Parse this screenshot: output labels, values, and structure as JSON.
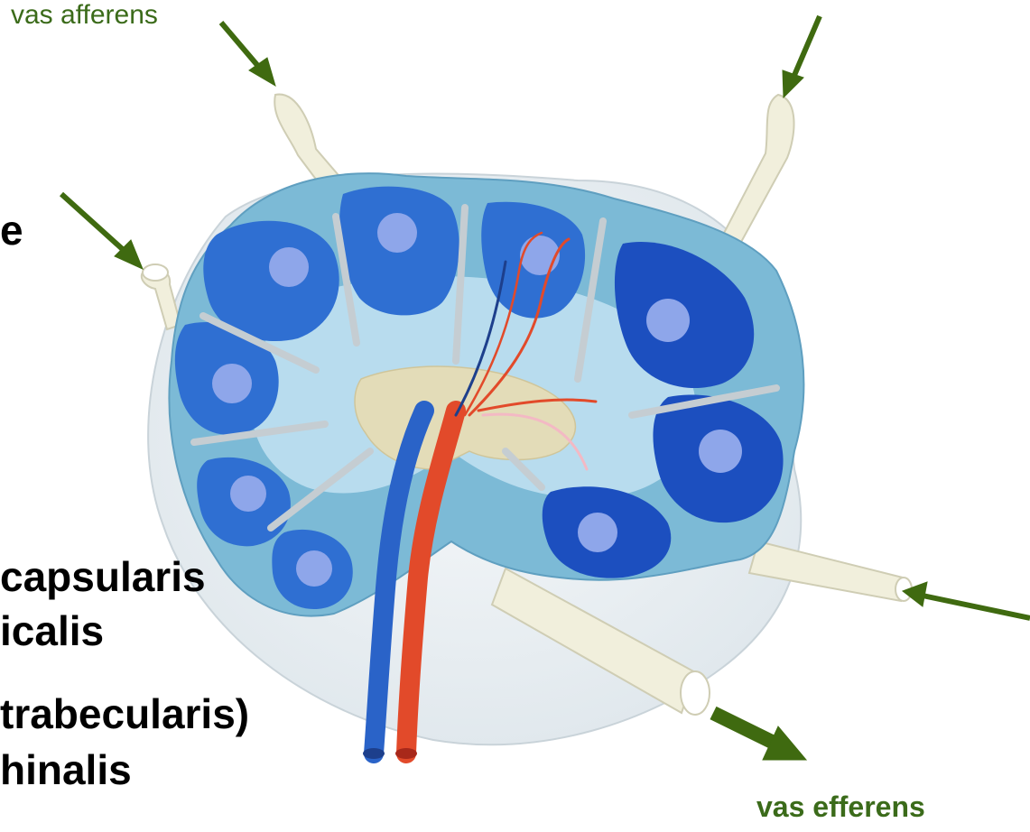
{
  "labels": {
    "vas_afferens": "vas afferens",
    "vas_efferens": "vas efferens",
    "cropped_e": "e",
    "line1": "capsularis",
    "line2": "icalis",
    "line3": "trabecularis)",
    "line4": "hinalis"
  },
  "colors": {
    "arrow": "#3f6a10",
    "node_outer": "#e6edf1",
    "capsule": "#7cbad6",
    "cortex": "#2f6fd2",
    "follicle_dark": "#1c4fbf",
    "germinal_center": "#8ea6ea",
    "medulla": "#b8dcee",
    "hilus_tan": "#e3dcb8",
    "artery": "#e24a2a",
    "vein": "#2a63c8",
    "vessel_lymph": "#f1efdc"
  },
  "icons": [
    "arrow-icon",
    "artery-icon",
    "vein-icon"
  ]
}
